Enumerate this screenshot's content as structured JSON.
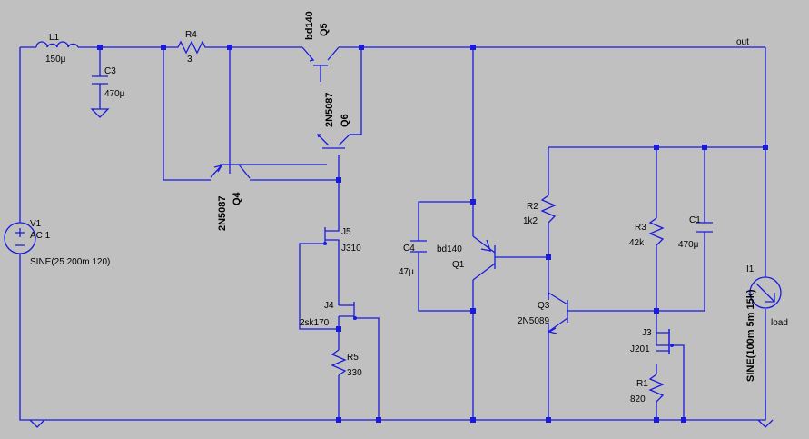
{
  "nets": {
    "out": "out"
  },
  "parts": {
    "L1": {
      "name": "L1",
      "value": "150μ"
    },
    "C3": {
      "name": "C3",
      "value": "470μ"
    },
    "R4": {
      "name": "R4",
      "value": "3"
    },
    "Q5": {
      "name": "Q5",
      "value": "bd140"
    },
    "Q6": {
      "name": "Q6",
      "value": "2N5087"
    },
    "Q4": {
      "name": "Q4",
      "value": "2N5087"
    },
    "J5": {
      "name": "J5",
      "value": "J310"
    },
    "J4": {
      "name": "J4",
      "value": "2sk170"
    },
    "R5": {
      "name": "R5",
      "value": "330"
    },
    "V1": {
      "name": "V1",
      "ac": "AC 1",
      "value": "SINE(25 200m 120)"
    },
    "C4": {
      "name": "C4",
      "value": "47μ"
    },
    "Q1": {
      "name": "Q1",
      "value": "bd140"
    },
    "R2": {
      "name": "R2",
      "value": "1k2"
    },
    "Q3": {
      "name": "Q3",
      "value": "2N5089"
    },
    "R3": {
      "name": "R3",
      "value": "42k"
    },
    "C1": {
      "name": "C1",
      "value": "470μ"
    },
    "J3": {
      "name": "J3",
      "value": "J201"
    },
    "R1": {
      "name": "R1",
      "value": "820"
    },
    "I1": {
      "name": "I1",
      "role": "load",
      "value": "SINE(100m 5m 15k)"
    }
  },
  "colors": {
    "wire": "#1a1adc",
    "background": "#c0c0c0"
  }
}
